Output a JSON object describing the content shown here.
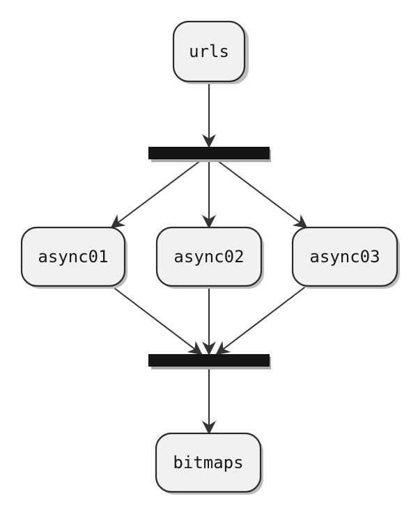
{
  "diagram": {
    "type": "activity-diagram",
    "nodes": {
      "urls": "urls",
      "async01": "async01",
      "async02": "async02",
      "async03": "async03",
      "bitmaps": "bitmaps"
    },
    "bars": [
      "fork-bar",
      "join-bar"
    ],
    "edges": [
      {
        "from": "urls",
        "to": "fork-bar"
      },
      {
        "from": "fork-bar",
        "to": "async01"
      },
      {
        "from": "fork-bar",
        "to": "async02"
      },
      {
        "from": "fork-bar",
        "to": "async03"
      },
      {
        "from": "async01",
        "to": "join-bar"
      },
      {
        "from": "async02",
        "to": "join-bar"
      },
      {
        "from": "async03",
        "to": "join-bar"
      },
      {
        "from": "join-bar",
        "to": "bitmaps"
      }
    ],
    "colors": {
      "node_fill": "#f1f1f1",
      "node_stroke": "#2a2a2a",
      "bar_fill": "#141414",
      "edge": "#333333"
    }
  }
}
